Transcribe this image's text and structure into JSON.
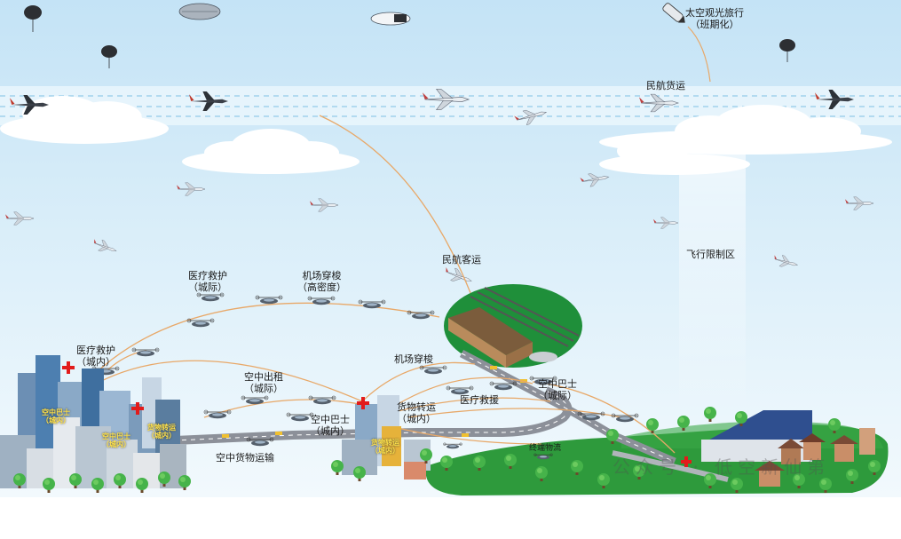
{
  "labels": {
    "space_tourism_line1": "太空观光旅行",
    "space_tourism_line2": "（班期化）",
    "civil_cargo": "民航货运",
    "civil_passenger": "民航客运",
    "no_fly_zone": "飞行限制区",
    "medical_intercity_line1": "医疗救护",
    "medical_intercity_line2": "（城际）",
    "airport_shuttle_dense_line1": "机场穿梭",
    "airport_shuttle_dense_line2": "（高密度）",
    "medical_city_line1": "医疗救护",
    "medical_city_line2": "（城内）",
    "airport_shuttle": "机场穿梭",
    "air_taxi_line1": "空中出租",
    "air_taxi_line2": "（城际）",
    "cargo_transfer_line1": "货物转运",
    "cargo_transfer_line2": "（城内）",
    "medical_rescue": "医疗救援",
    "air_bus_intercity_line1": "空中巴士",
    "air_bus_intercity_line2": "（城际）",
    "air_bus_city_line1": "空中巴士",
    "air_bus_city_line2": "（城内）",
    "air_cargo": "空中货物运输",
    "last_mile": "终端物流"
  },
  "building_tags": {
    "bus_a_line1": "空中巴士",
    "bus_a_line2": "（城内）",
    "bus_b_line1": "空中巴士",
    "bus_b_line2": "（城内）",
    "cargo_a_line1": "货物转运",
    "cargo_a_line2": "（城内）",
    "cargo_b_line1": "货物转运",
    "cargo_b_line2": "（城内）"
  },
  "watermark": "公众号 · 低空新仙第",
  "colors": {
    "sky_top": "#c9e6f7",
    "sky_bottom": "#e8f5fb",
    "cloud": "#ffffff",
    "route": "#e8a868",
    "road": "#8c9099",
    "grass": "#2e9a3c",
    "airport_green": "#1f8f3a",
    "tree": "#3fae3c",
    "medical_cross": "#e21b1b"
  }
}
